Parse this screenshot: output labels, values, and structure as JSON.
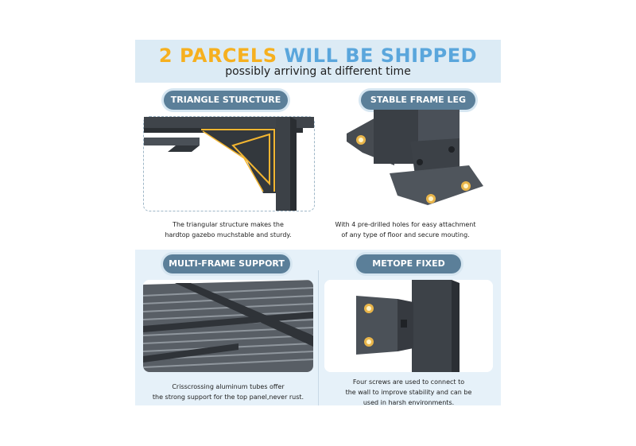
{
  "header": {
    "title_part1": "2 PARCELS",
    "title_part2": "WILL BE SHIPPED",
    "subtitle": "possibly arriving at different time"
  },
  "features": [
    {
      "label": "TRIANGLE STURCTURE",
      "caption_line1": "The triangular structure makes the",
      "caption_line2": "hardtop gazebo muchstable and sturdy."
    },
    {
      "label": "STABLE FRAME LEG",
      "caption_line1": "With 4 pre-drilled holes for easy attachment",
      "caption_line2": "of any type of floor and secure mouting."
    },
    {
      "label": "MULTI-FRAME SUPPORT",
      "caption_line1": "Crisscrossing aluminum tubes offer",
      "caption_line2": "the strong support for the top panel,never rust."
    },
    {
      "label": "METOPE FIXED",
      "caption_line1": "Four screws are used to connect to",
      "caption_line2": "the wall to improve stability and can be",
      "caption_line3": "used in harsh environments."
    }
  ],
  "colors": {
    "accent_orange": "#f6b01f",
    "accent_blue": "#5aa6dc",
    "pill_bg": "#5b7f99",
    "frame_dark": "#3e4349"
  }
}
